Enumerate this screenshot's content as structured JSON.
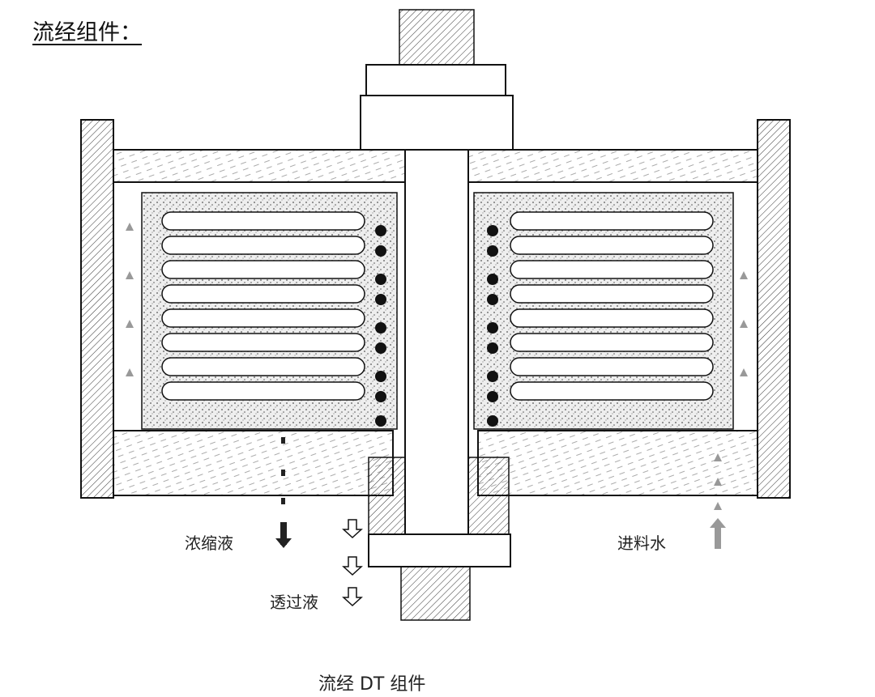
{
  "title": "流经组件：",
  "labels": {
    "concentrate": "浓缩液",
    "permeate": "透过液",
    "feed": "进料水",
    "caption": "流经 DT 组件"
  },
  "colors": {
    "outline": "#111111",
    "feed_arrow": "#999999",
    "concentrate_arrow": "#222222"
  }
}
